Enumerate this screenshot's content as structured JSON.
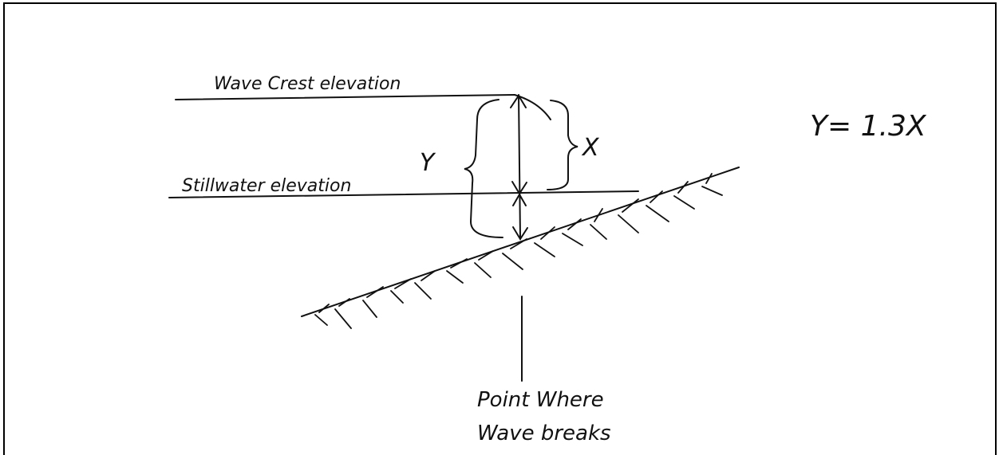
{
  "diagram": {
    "labels": {
      "wave_crest": "Wave Crest elevation",
      "stillwater": "Stillwater elevation",
      "y": "Y",
      "x": "X",
      "equation": "Y= 1.3X",
      "break_point_line1": "Point Where",
      "break_point_line2": "Wave breaks"
    },
    "colors": {
      "ink": "#111111",
      "background": "#ffffff"
    }
  }
}
